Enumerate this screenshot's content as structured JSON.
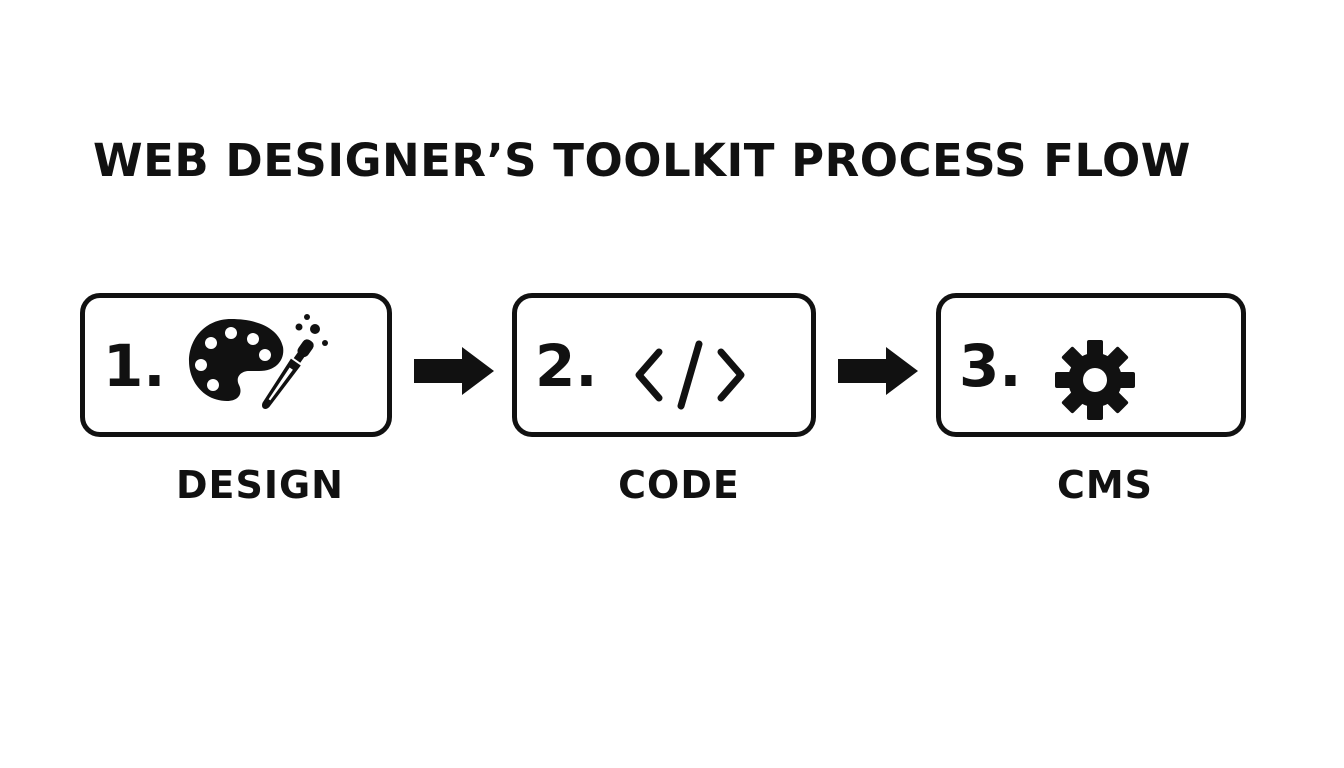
{
  "title": "WEB DESIGNER’S TOOLKIT PROCESS FLOW",
  "steps": [
    {
      "number": "1.",
      "label": "DESIGN",
      "icon": "palette-brush-icon"
    },
    {
      "number": "2.",
      "label": "CODE",
      "icon": "code-brackets-icon"
    },
    {
      "number": "3.",
      "label": "CMS",
      "icon": "gear-icon"
    }
  ],
  "colors": {
    "ink": "#111111",
    "background": "#ffffff"
  }
}
